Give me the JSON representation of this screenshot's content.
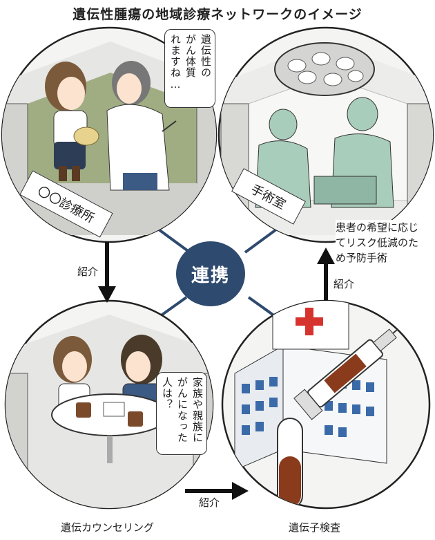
{
  "title": "遺伝性腫瘍の地域診療ネットワークのイメージ",
  "center": "連携",
  "scenes": {
    "clinic": {
      "sign": "〇〇診療所",
      "speech": [
        "遺伝性の",
        "がん体質",
        "れますね…"
      ]
    },
    "surgery": {
      "sign": "手術室",
      "note": [
        "患者の希望に応じ",
        "てリスク低減のた",
        "め予防手術"
      ]
    },
    "counseling": {
      "caption": "遺伝カウンセリング",
      "speech": [
        "家族や親族に",
        "がんになった",
        "人は？"
      ]
    },
    "genetic_test": {
      "caption": "遺伝子検査"
    }
  },
  "arrows": {
    "clinic_to_counseling": "紹介",
    "counseling_to_test": "紹介",
    "test_to_surgery": "紹介"
  },
  "colors": {
    "center": "#2e4a6e",
    "link": "#2e4a6e",
    "blood": "#8a3b1c",
    "cross": "#d6322e",
    "window": "#3b6aa8"
  }
}
